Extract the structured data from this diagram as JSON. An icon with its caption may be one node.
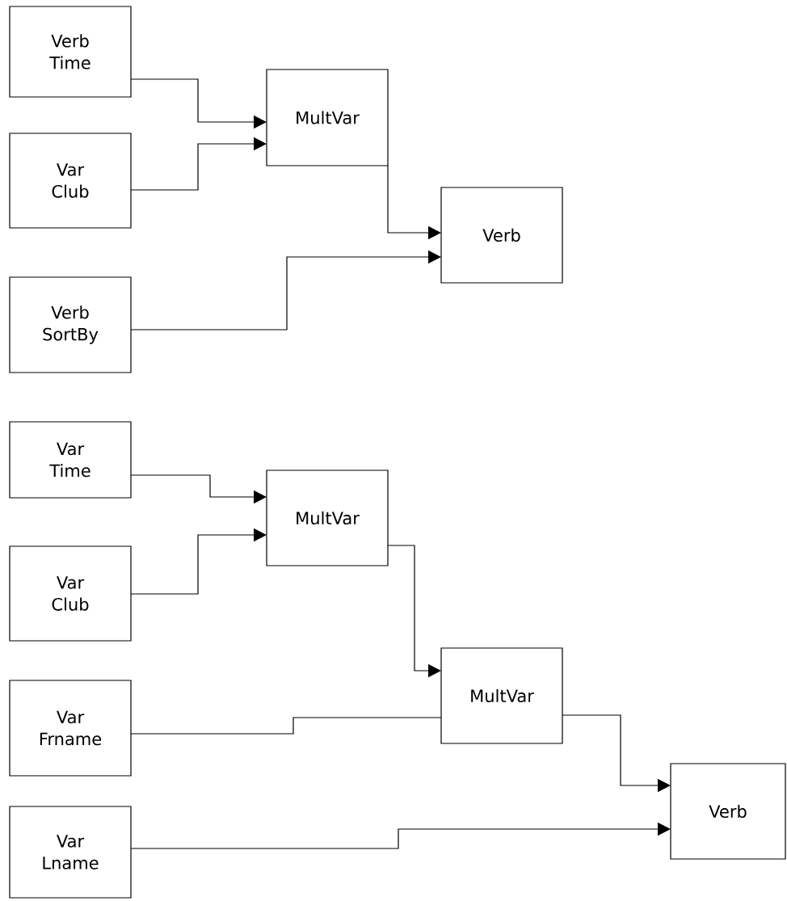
{
  "diagram": {
    "nodes": [
      {
        "text": [
          "Verb Time"
        ]
      },
      {
        "text": [
          "Var Club"
        ]
      },
      {
        "text": [
          "MultVar"
        ]
      },
      {
        "text": [
          "Verb"
        ]
      },
      {
        "text": [
          "Verb SortBy"
        ]
      },
      {
        "text": [
          "Var Time"
        ]
      },
      {
        "text": [
          "Var Club"
        ]
      },
      {
        "text": [
          "MultVar"
        ]
      },
      {
        "text": [
          "Var Frname"
        ]
      },
      {
        "text": [
          "MultVar"
        ]
      },
      {
        "text": [
          "Var Lname"
        ]
      },
      {
        "text": [
          "Verb"
        ]
      }
    ],
    "edges": [
      {
        "from": 0,
        "to": 2,
        "arrow": "to"
      },
      {
        "from": 1,
        "to": 2,
        "arrow": "to"
      },
      {
        "from": 2,
        "to": 3,
        "arrow": "to"
      },
      {
        "from": 4,
        "to": 3,
        "arrow": "to"
      },
      {
        "from": 5,
        "to": 7,
        "arrow": "to"
      },
      {
        "from": 6,
        "to": 7,
        "arrow": "to"
      },
      {
        "from": 7,
        "to": 9,
        "arrow": "to"
      },
      {
        "from": 8,
        "to": 9,
        "arrow": "none"
      },
      {
        "from": 9,
        "to": 11,
        "arrow": "to"
      },
      {
        "from": 10,
        "to": 11,
        "arrow": "to"
      }
    ]
  }
}
